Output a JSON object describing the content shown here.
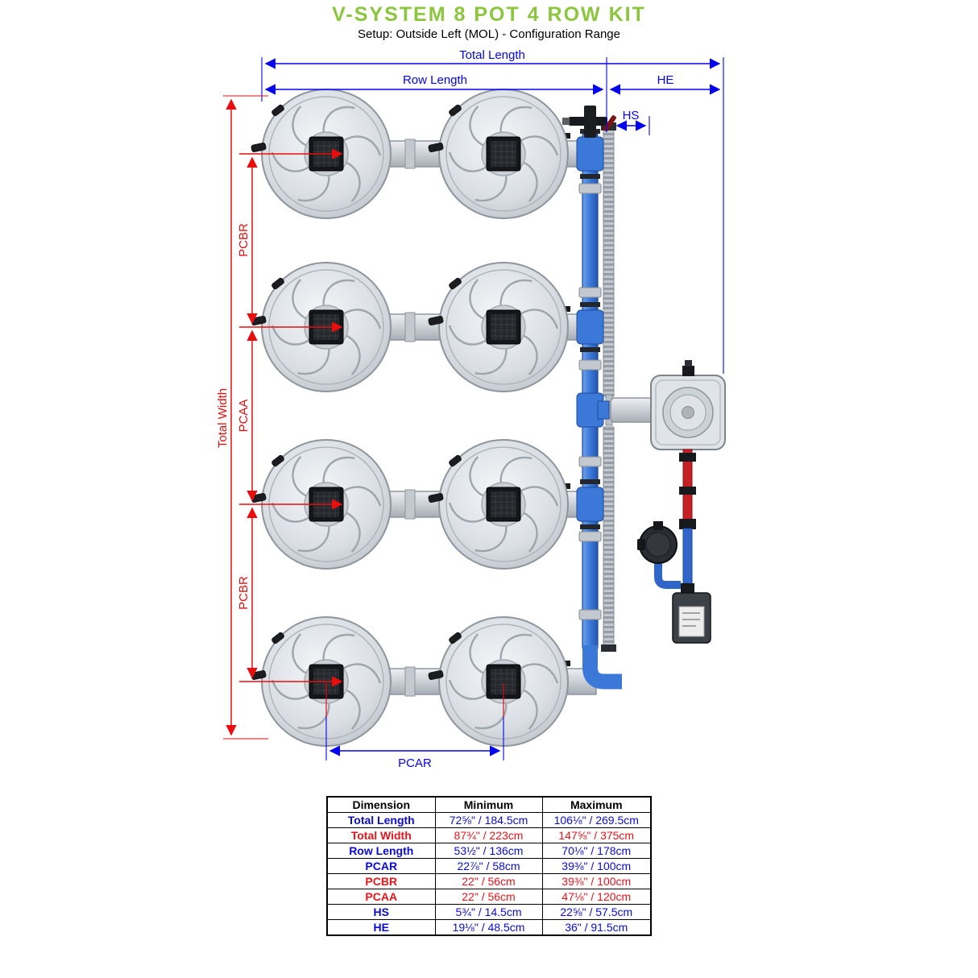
{
  "header": {
    "title": "V-SYSTEM 8 POT 4 ROW KIT",
    "subtitle": "Setup: Outside Left (MOL) - Configuration Range"
  },
  "colors": {
    "dim_blue": "#0404EE",
    "dim_red": "#E80E0E",
    "table_blue": "#0B0BD6",
    "table_red": "#E8151B",
    "title_green": "#8CC63E",
    "pipe_blue": "#3B78D8"
  },
  "diagram": {
    "labels": {
      "total_length": "Total Length",
      "row_length": "Row Length",
      "he": "HE",
      "hs": "HS",
      "total_width": "Total Width",
      "pcbr_top": "PCBR",
      "pcaa": "PCAA",
      "pcbr_bottom": "PCBR",
      "pcar": "PCAR"
    }
  },
  "table": {
    "headers": [
      "Dimension",
      "Minimum",
      "Maximum"
    ],
    "rows": [
      {
        "dimension": "Total Length",
        "minimum": "72⅝\" / 184.5cm",
        "maximum": "106⅛\" / 269.5cm",
        "color_class": "row-blue"
      },
      {
        "dimension": "Total Width",
        "minimum": "87¾\" / 223cm",
        "maximum": "147⅝\" / 375cm",
        "color_class": "row-red"
      },
      {
        "dimension": "Row Length",
        "minimum": "53½\" / 136cm",
        "maximum": "70⅛\" / 178cm",
        "color_class": "row-blue"
      },
      {
        "dimension": "PCAR",
        "minimum": "22⅞\" / 58cm",
        "maximum": "39⅜\" / 100cm",
        "color_class": "row-blue"
      },
      {
        "dimension": "PCBR",
        "minimum": "22\" / 56cm",
        "maximum": "39⅜\" / 100cm",
        "color_class": "row-red"
      },
      {
        "dimension": "PCAA",
        "minimum": "22\" / 56cm",
        "maximum": "47⅛\" / 120cm",
        "color_class": "row-red"
      },
      {
        "dimension": "HS",
        "minimum": "5¾\" / 14.5cm",
        "maximum": "22⅝\" / 57.5cm",
        "color_class": "row-blue"
      },
      {
        "dimension": "HE",
        "minimum": "19⅛\" / 48.5cm",
        "maximum": "36\" / 91.5cm",
        "color_class": "row-blue"
      }
    ]
  }
}
